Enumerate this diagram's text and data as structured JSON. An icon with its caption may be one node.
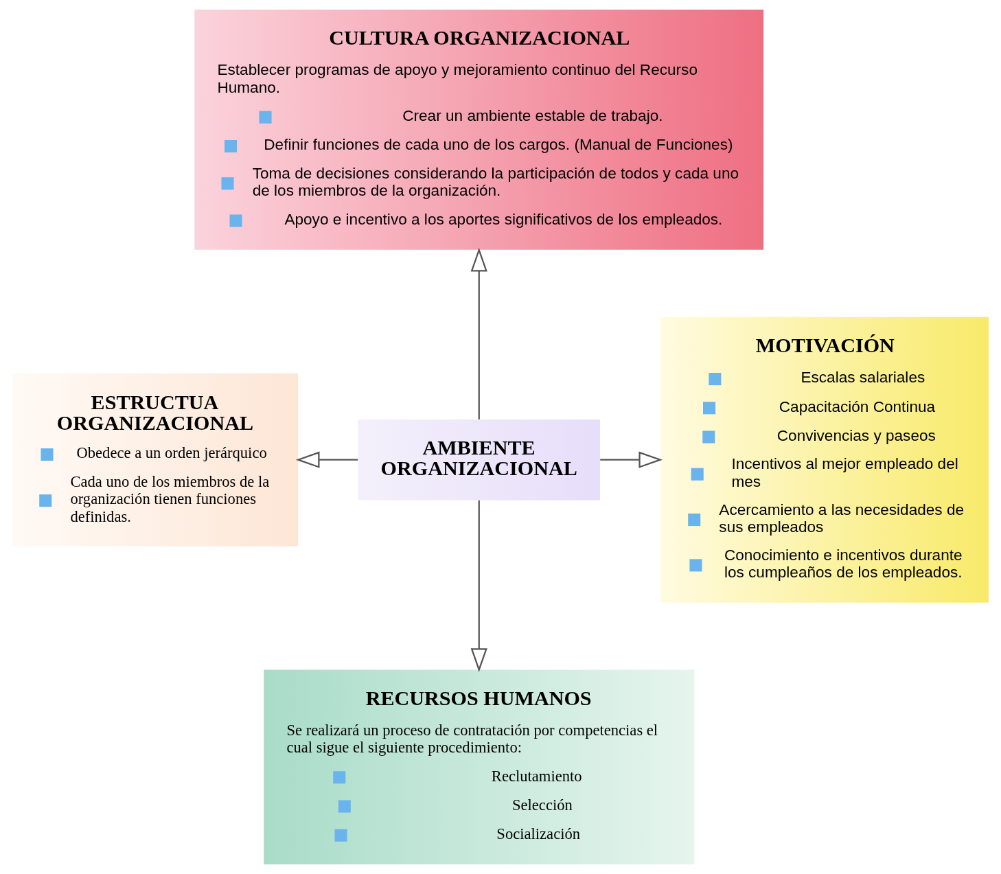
{
  "diagram": {
    "nodes": [
      {
        "text": [
          "AMBIENTE ORGANIZACIONAL"
        ]
      },
      {
        "text": [
          "CULTURA ORGANIZACIONAL",
          "Establecer programas de apoyo y mejoramiento continuo del Recurso Humano.",
          "Crear un ambiente estable de trabajo.",
          "Definir funciones de cada uno de los cargos. (Manual de Funciones)",
          "Toma de decisiones considerando la participación de todos y cada uno de los miembros de la organización.",
          "Apoyo e incentivo a los aportes significativos de los empleados."
        ]
      },
      {
        "text": [
          "ESTRUCTUA ORGANIZACIONAL",
          "Obedece a un orden jerárquico",
          "Cada uno de los miembros de la organización tienen funciones definidas."
        ]
      },
      {
        "text": [
          "MOTIVACIÓN",
          "Escalas salariales",
          "Capacitación Continua",
          "Convivencias y paseos",
          "Incentivos al mejor empleado del mes",
          "Acercamiento a las necesidades de sus empleados",
          "Conocimiento e incentivos durante los cumpleaños de los empleados."
        ]
      },
      {
        "text": [
          "RECURSOS HUMANOS",
          "Se realizará un proceso de contratación por competencias el cual sigue el siguiente procedimiento:",
          "Reclutamiento",
          "Selección",
          "Socialización"
        ]
      }
    ],
    "edges": [
      {
        "from": 0,
        "to": 1,
        "arrow": "to"
      },
      {
        "from": 0,
        "to": 2,
        "arrow": "to"
      },
      {
        "from": 0,
        "to": 3,
        "arrow": "to"
      },
      {
        "from": 0,
        "to": 4,
        "arrow": "to"
      }
    ]
  }
}
